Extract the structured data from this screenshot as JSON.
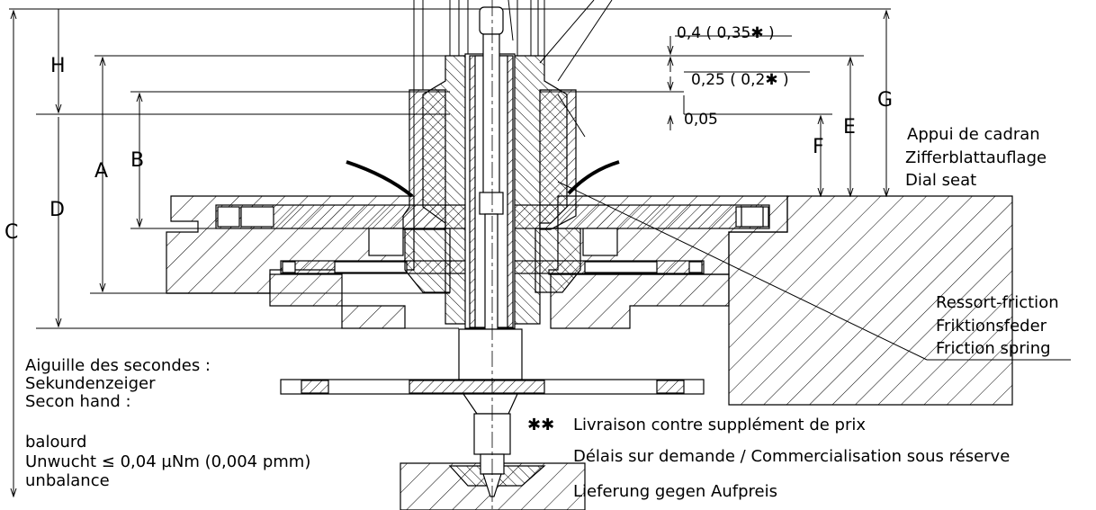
{
  "dimensions": {
    "H": "H",
    "A": "A",
    "B": "B",
    "C": "C",
    "D": "D",
    "E": "E",
    "F": "F",
    "G": "G",
    "gap1": "0,4 ( 0,35✱ )",
    "gap2": "0,25 ( 0,2✱ )",
    "gap3": "0,05"
  },
  "dial_seat": {
    "fr": "Appui de cadran",
    "de": "Zifferblattauflage",
    "en": "Dial seat"
  },
  "friction_spring": {
    "fr": "Ressort-friction",
    "de": "Friktionsfeder",
    "en": "Friction spring"
  },
  "seconds_hand": {
    "fr": "Aiguille des secondes :",
    "de": "Sekundenzeiger",
    "en": "Secon hand :"
  },
  "unbalance": {
    "fr": "balourd",
    "de": "Unwucht  ≤ 0,04 µNm (0,004 pmm)",
    "en": "unbalance"
  },
  "delivery_note": {
    "marker": "✱✱",
    "fr": "Livraison contre supplément de prix",
    "fr2": "Délais sur demande / Commercialisation sous réserve",
    "de": "Lieferung gegen Aufpreis"
  }
}
